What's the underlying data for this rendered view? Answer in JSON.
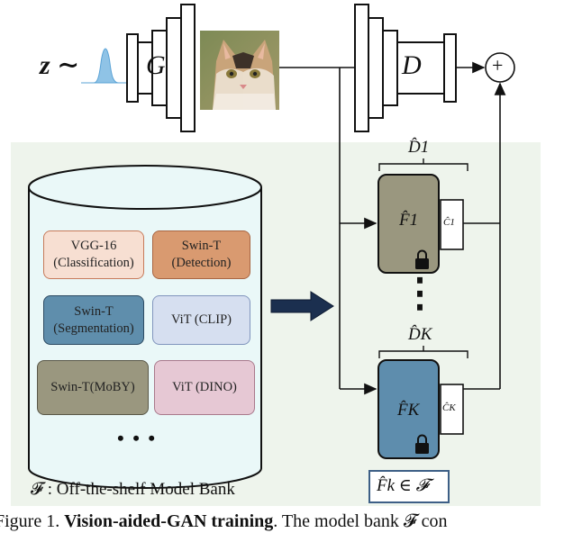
{
  "colors": {
    "panel_bg": "#eef4ec",
    "feature_olive": "#9a977f",
    "feature_blue": "#5e8dad",
    "cat_fur": "#c9a47a",
    "noise_blue": "#8fc3e6",
    "arrow_navy": "#1b2f4f"
  },
  "generator": {
    "z_label": "z ∼",
    "label": "G"
  },
  "discriminator": {
    "label": "D"
  },
  "sum_symbol": "+",
  "branch1": {
    "group_label": "D̂1",
    "feature_label": "F̂1",
    "classifier_label": "Ĉ1",
    "icon": "lock-icon"
  },
  "dots_vertical": "⋮",
  "branchK": {
    "group_label": "D̂K",
    "feature_label": "F̂K",
    "classifier_label": "ĈK",
    "icon": "lock-icon"
  },
  "model_bank": {
    "models": [
      {
        "line1": "VGG-16",
        "line2": "(Classification)",
        "fill": "#f7dfd2",
        "border": "#c77a5a"
      },
      {
        "line1": "Swin-T",
        "line2": "(Detection)",
        "fill": "#d99a70",
        "border": "#a86542"
      },
      {
        "line1": "Swin-T",
        "line2": "(Segmentation)",
        "fill": "#5f8eac",
        "border": "#2c4a62"
      },
      {
        "line1": "ViT (CLIP)",
        "line2": "",
        "fill": "#d6dff0",
        "border": "#8195bd"
      },
      {
        "line1": "Swin-T(MoBY)",
        "line2": "",
        "fill": "#9a977f",
        "border": "#5a5848"
      },
      {
        "line1": "ViT (DINO)",
        "line2": "",
        "fill": "#e6c8d4",
        "border": "#a9798c"
      }
    ],
    "dots": "• • •",
    "caption": "𝓕 : Off-the-shelf Model Bank"
  },
  "selection_label": "F̂k ∈ 𝓕",
  "figure_caption": {
    "prefix": "Figure 1.",
    "title": "Vision-aided-GAN training",
    "rest": ". The model bank 𝓕 con"
  }
}
